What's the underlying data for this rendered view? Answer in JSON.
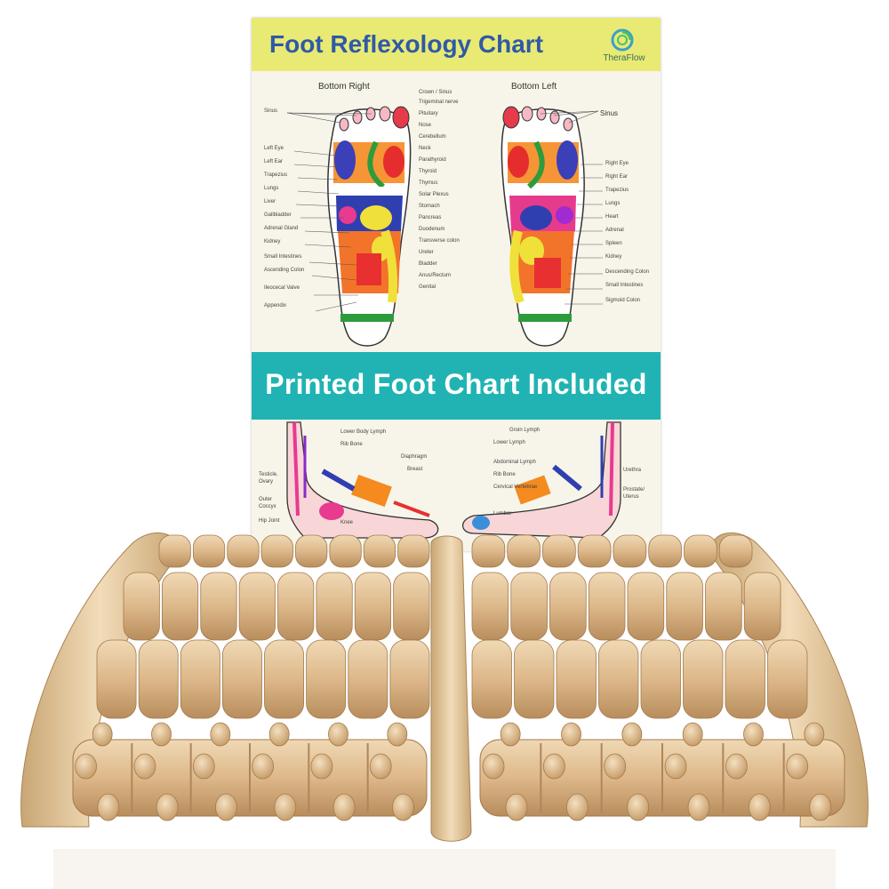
{
  "chart": {
    "title": "Foot Reflexology Chart",
    "brand": "TheraFlow",
    "bottom_right_heading": "Bottom Right",
    "bottom_left_heading": "Bottom Left",
    "sinus_label": "Sinus",
    "banner": "Printed Foot Chart Included",
    "left_labels": [
      "Sinus",
      "Left Eye",
      "Left Ear",
      "Trapezius",
      "Lungs",
      "Liver",
      "Gallbladder",
      "Adrenal Gland",
      "Kidney",
      "Small Intestines",
      "Ascending Colon",
      "Ileocecal Valve",
      "Appendix"
    ],
    "middle_labels": [
      "Crown / Sinus",
      "Trigeminal nerve",
      "Pituitary",
      "Nose",
      "Cerebellum",
      "Neck",
      "Parathyroid",
      "Thyroid",
      "Thymus",
      "Solar Plexus",
      "Stomach",
      "Pancreas",
      "Duodenum",
      "Transverse colon",
      "Ureter",
      "Bladder",
      "Anus/Rectum",
      "Genital"
    ],
    "right_labels": [
      "Right Eye",
      "Right Ear",
      "Trapezius",
      "Lungs",
      "Heart",
      "Adrenal",
      "Spleen",
      "Kidney",
      "Descending Colon",
      "Small Intestines",
      "Sigmoid Colon"
    ],
    "lower_left_labels": [
      "Testicle, Ovary",
      "Outer Coccyx",
      "Hip Joint"
    ],
    "lower_mid_labels": [
      "Lower Body Lymph",
      "Rib Bone",
      "Diaphragm",
      "Breast",
      "Knee"
    ],
    "lower_right_labels": [
      "Groin Lymph",
      "Lower Lymph",
      "Abdominal Lymph",
      "Rib Bone",
      "Cervical Vertebrae",
      "Lumbar",
      "Urethra",
      "Prostate/ Uterus"
    ]
  },
  "colors": {
    "header": "#e8ea74",
    "title": "#2f5aa7",
    "banner": "#21b3b3",
    "wood": "#d9b98c"
  }
}
